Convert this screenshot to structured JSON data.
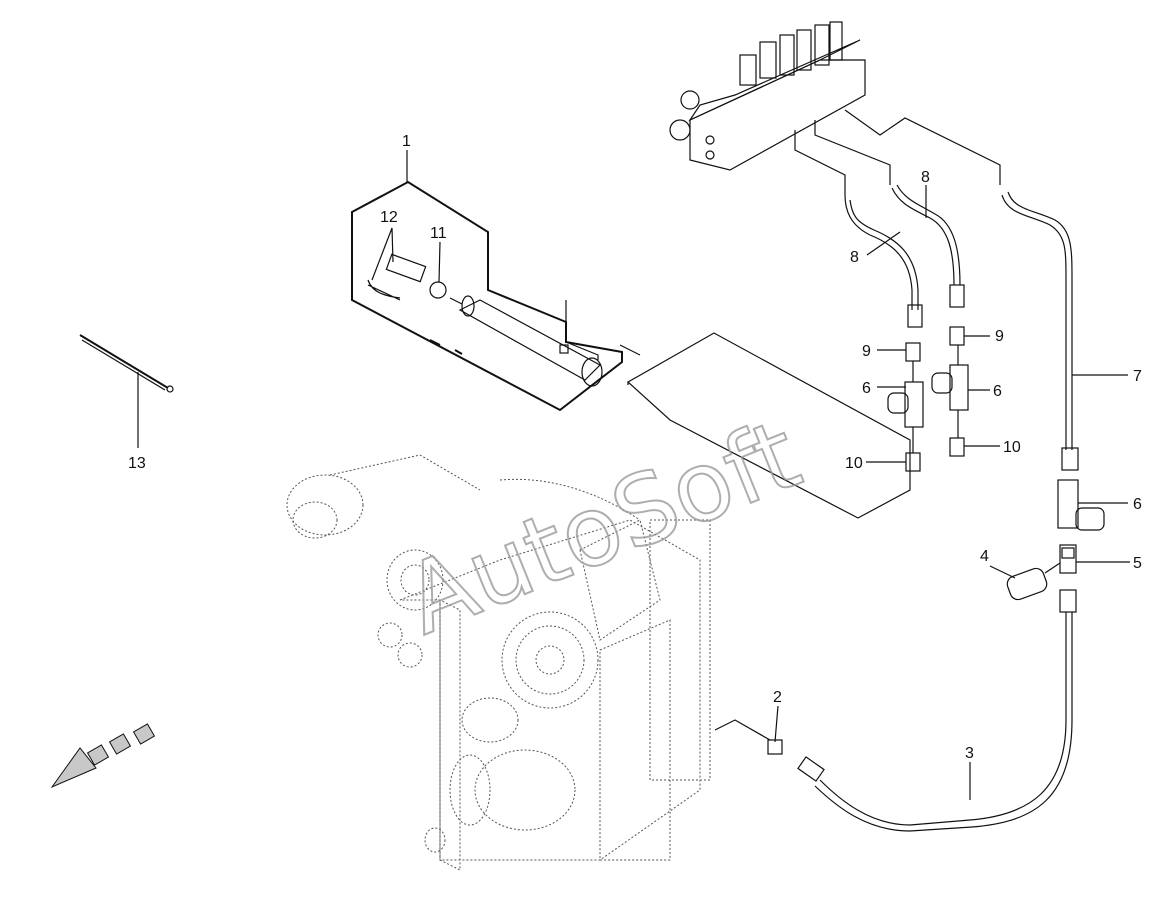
{
  "watermark": "AutoSoft",
  "callouts": {
    "c1": "1",
    "c2": "2",
    "c3": "3",
    "c4": "4",
    "c5": "5",
    "c6a": "6",
    "c6b": "6",
    "c6c": "6",
    "c7": "7",
    "c8a": "8",
    "c8b": "8",
    "c9a": "9",
    "c9b": "9",
    "c10a": "10",
    "c10b": "10",
    "c11": "11",
    "c12": "12",
    "c13": "13"
  }
}
